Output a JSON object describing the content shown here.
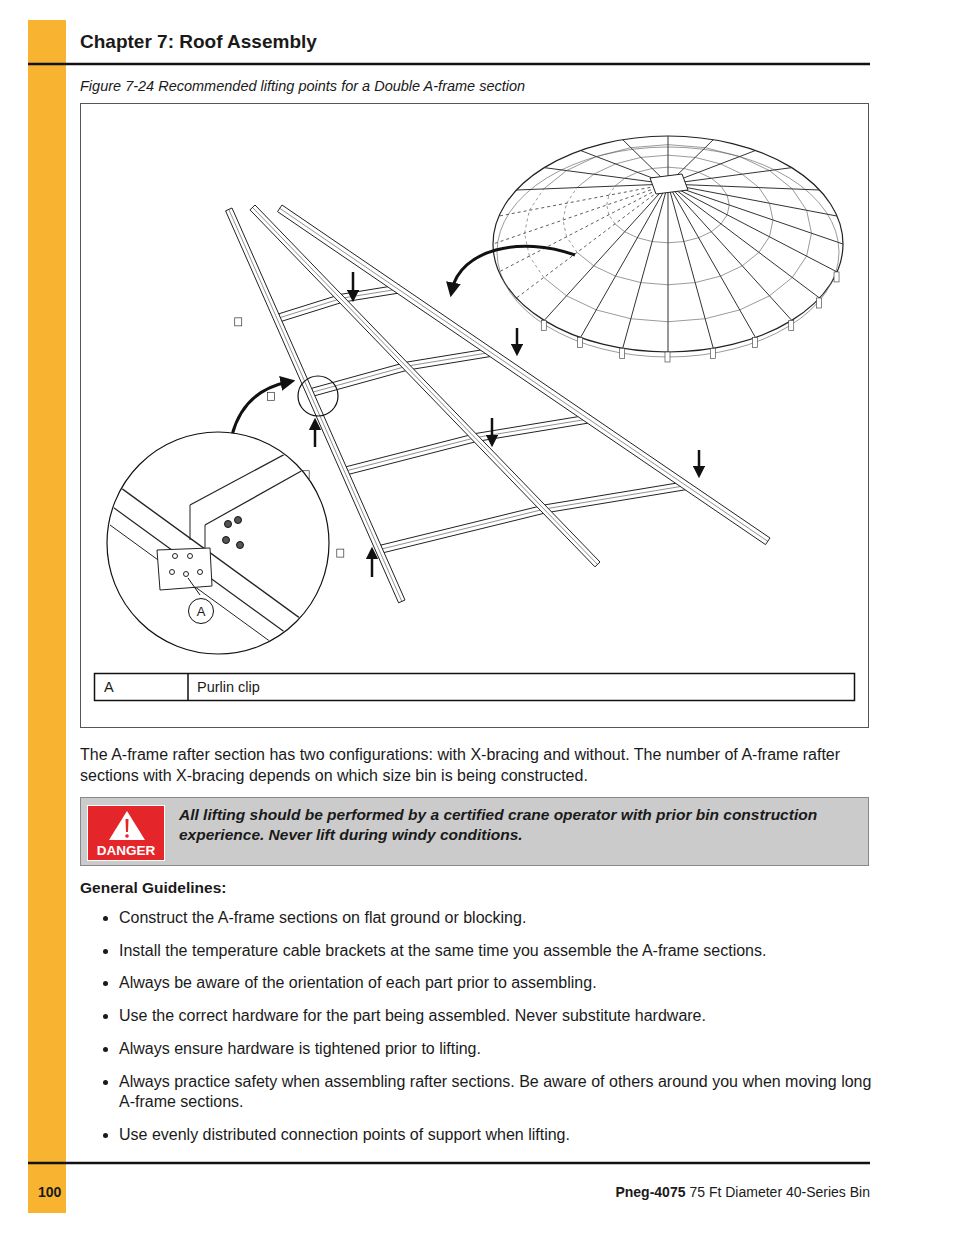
{
  "diagram": {
    "title": "Chapter 7: Roof Assembly",
    "caption": "Figure 7-24 Recommended lifting points for a Double A-frame section",
    "nodes": [
      {
        "text": [
          "All lifting should be performed by a certified crane operator with prior bin construction experience. Never lift during windy conditions."
        ]
      },
      {
        "text": [
          "DANGER"
        ],
        "in": 0
      },
      {
        "text": [
          "A"
        ]
      }
    ],
    "labels": [
      "A",
      "Purlin clip",
      "The A-frame rafter section has two configurations: with X-bracing and without. The number of A-frame rafter sections with X-bracing depends on which size bin is being constructed.",
      "General Guidelines:",
      "Construct the A-frame sections on flat ground or blocking.",
      "Install the temperature cable brackets at the same time you assemble the A-frame sections.",
      "Always be aware of the orientation of each part prior to assembling.",
      "Use the correct hardware for the part being assembled. Never substitute hardware.",
      "Always ensure hardware is tightened prior to lifting.",
      "Always practice safety when assembling rafter sections. Be aware of others around you when moving long A-frame sections.",
      "Use evenly distributed connection points of support when lifting.",
      "100",
      "Pneg-4075",
      "75 Ft Diameter 40-Series Bin"
    ]
  }
}
